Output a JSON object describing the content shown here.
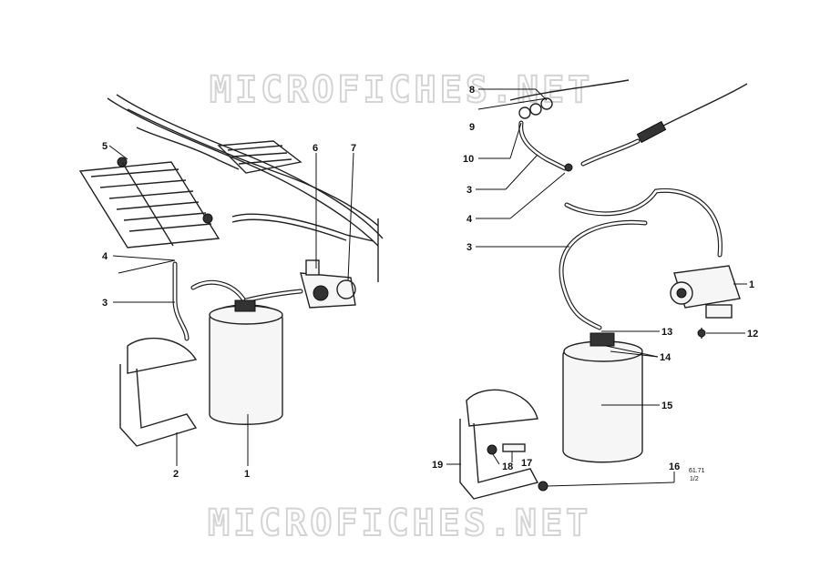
{
  "watermark": {
    "top": "MICROFICHES.NET",
    "bottom": "MICROFICHES.NET"
  },
  "left_labels": {
    "l1": "1",
    "l2": "2",
    "l3": "3",
    "l4": "4",
    "l5": "5",
    "l6": "6",
    "l7": "7"
  },
  "right_labels": {
    "r8": "8",
    "r9": "9",
    "r10": "10",
    "r3a": "3",
    "r4": "4",
    "r3b": "3",
    "r1": "1",
    "r13": "13",
    "r12": "12",
    "r14": "14",
    "r15": "15",
    "r16": "16",
    "r17": "17",
    "r18": "18",
    "r19": "19"
  },
  "ref_code": {
    "line1": "61.71",
    "line2": "1/2"
  }
}
